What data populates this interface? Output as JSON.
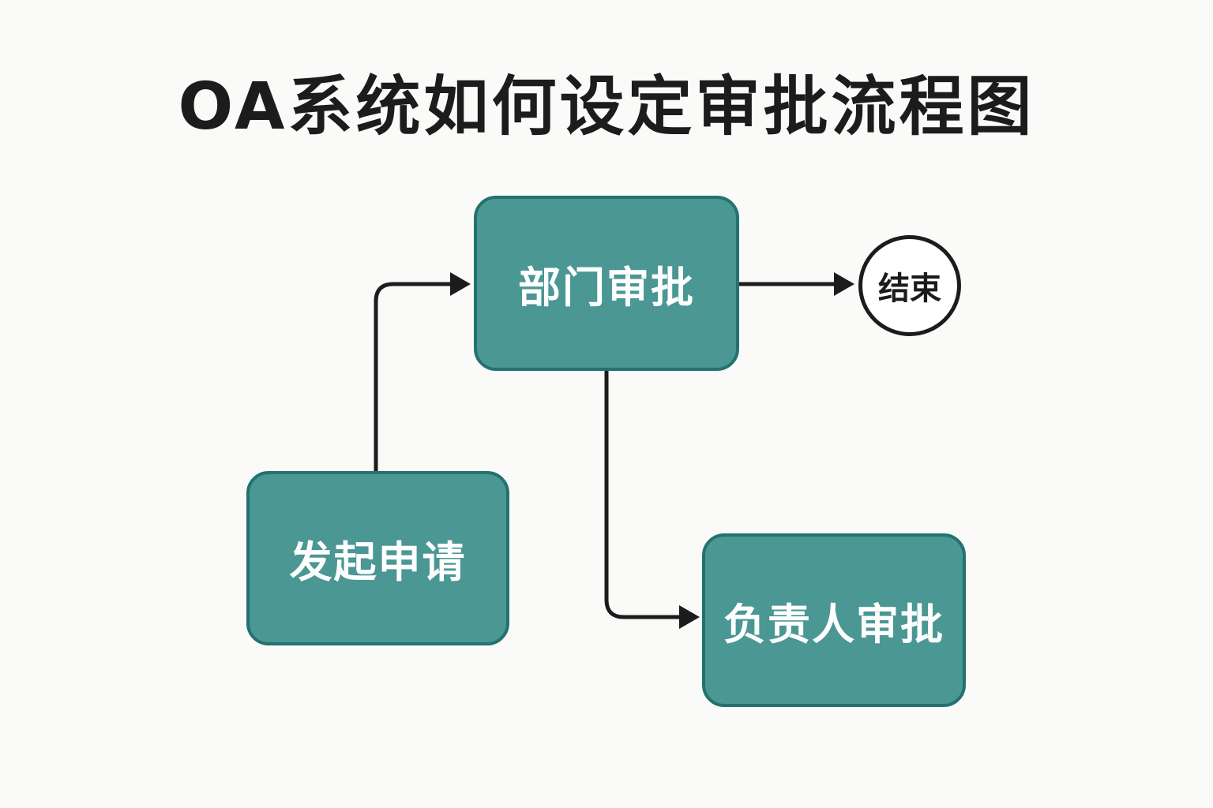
{
  "title": "OA系统如何设定审批流程图",
  "nodes": {
    "start": "发起申请",
    "dept": "部门审批",
    "manager": "负责人审批",
    "end": "结束"
  },
  "colors": {
    "node_fill": "#4a9794",
    "node_border": "#23726f",
    "line": "#1c1c1c"
  }
}
